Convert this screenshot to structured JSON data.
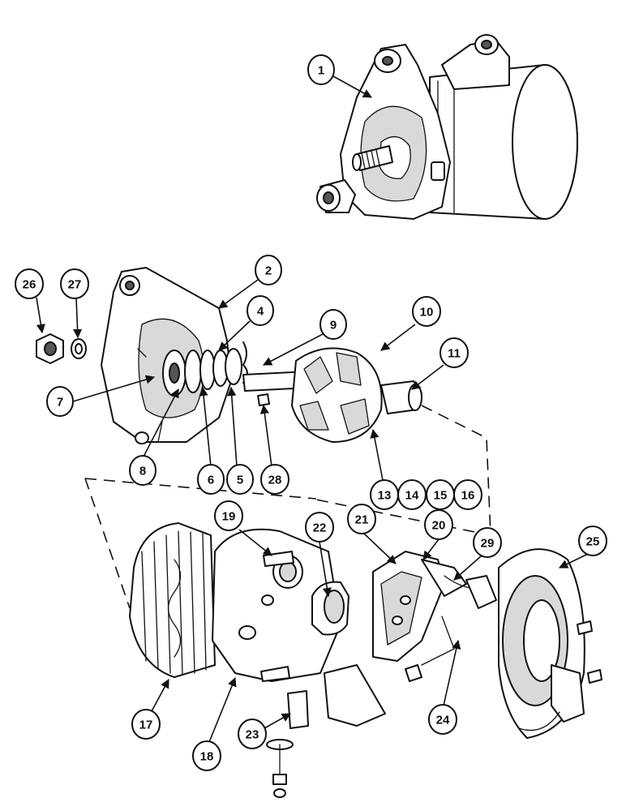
{
  "callouts": {
    "c1": "1",
    "c2": "2",
    "c4": "4",
    "c5": "5",
    "c6": "6",
    "c7": "7",
    "c8": "8",
    "c9": "9",
    "c10": "10",
    "c11": "11",
    "c13": "13",
    "c14": "14",
    "c15": "15",
    "c16": "16",
    "c17": "17",
    "c18": "18",
    "c19": "19",
    "c20": "20",
    "c21": "21",
    "c22": "22",
    "c23": "23",
    "c24": "24",
    "c25": "25",
    "c26": "26",
    "c27": "27",
    "c28": "28",
    "c29": "29"
  },
  "colors": {
    "ink": "#111111",
    "paper": "#ffffff",
    "shade": "#d9d9d9"
  }
}
